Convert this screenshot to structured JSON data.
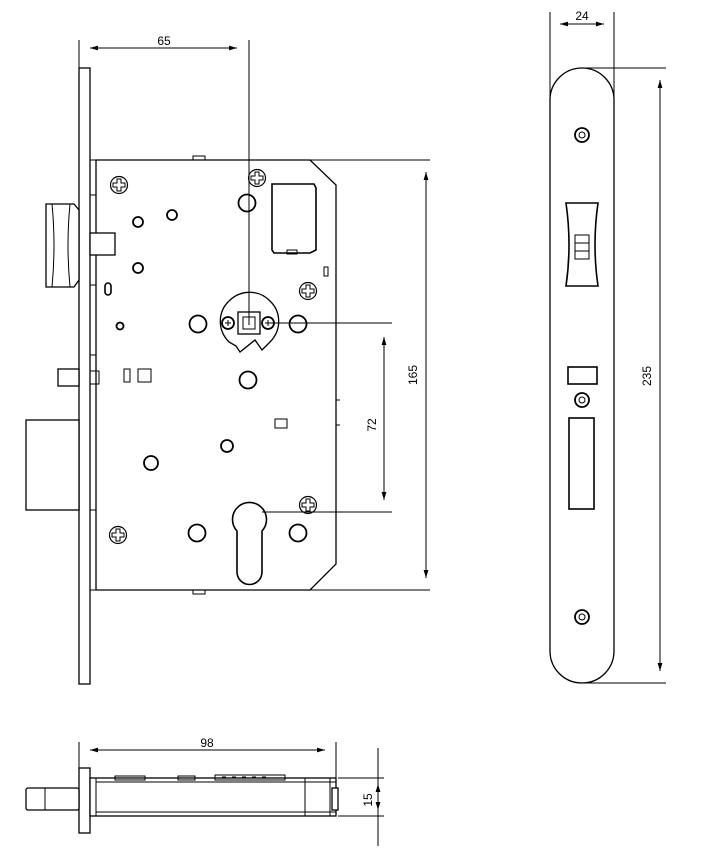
{
  "dimensions": {
    "handle_backset": "65",
    "faceplate_width": "24",
    "case_height": "165",
    "faceplate_length": "235",
    "handle_to_cylinder": "72",
    "total_depth": "98",
    "case_thickness": "15"
  }
}
